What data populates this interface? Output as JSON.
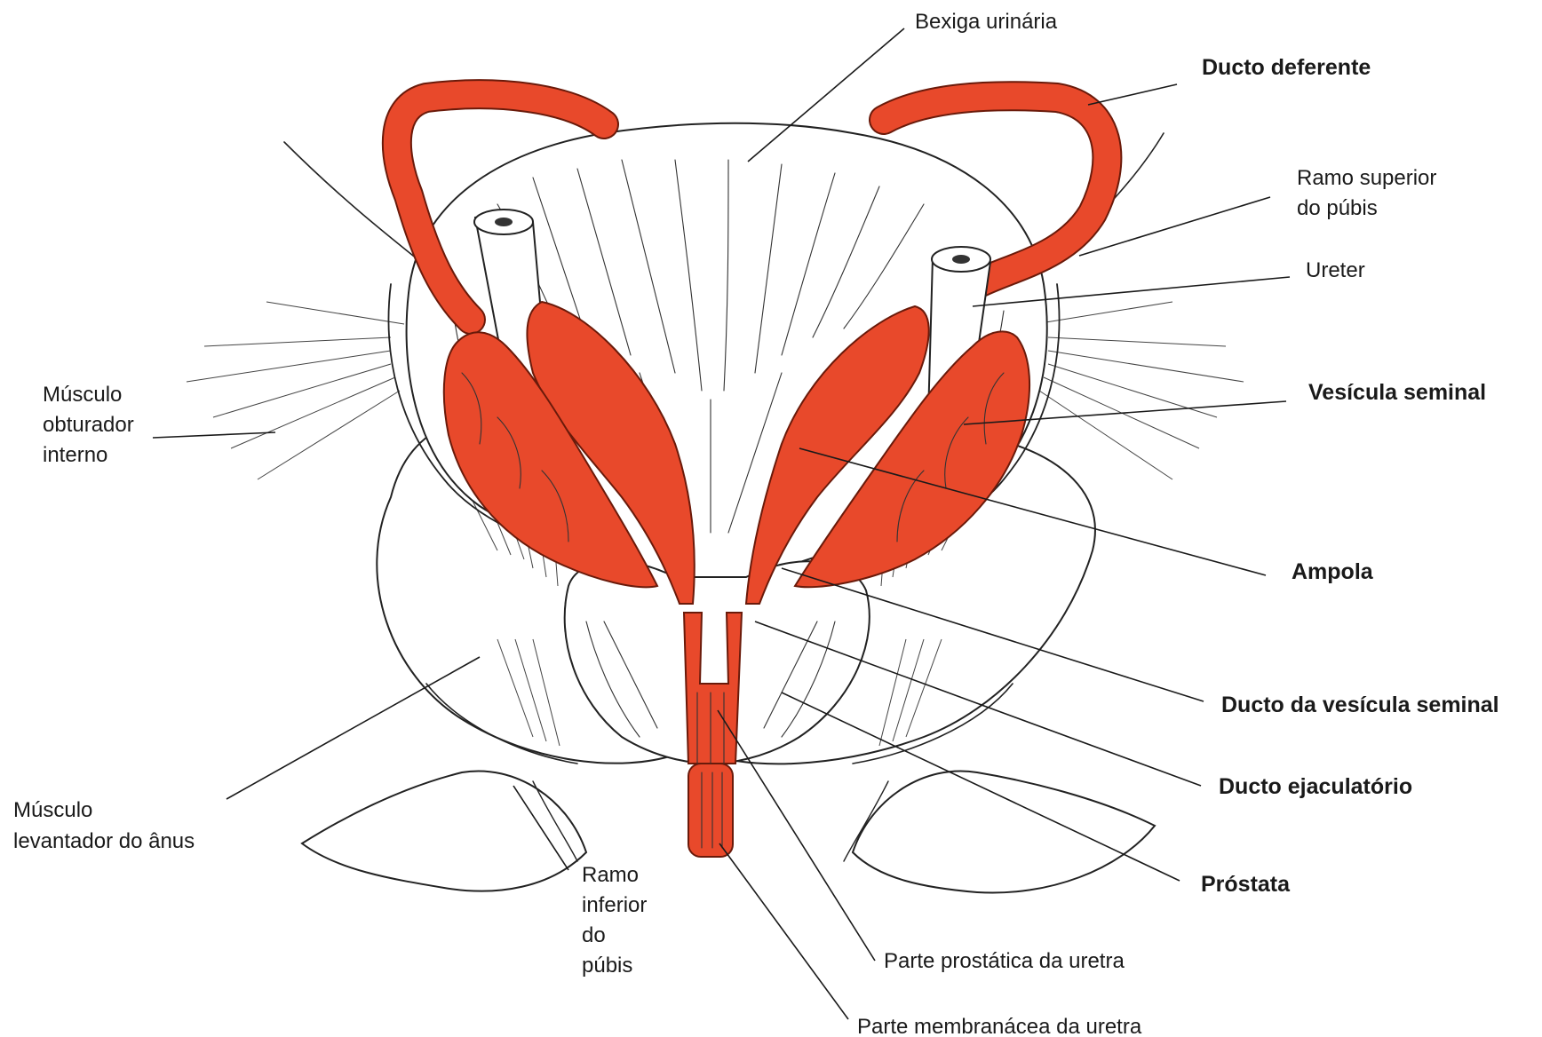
{
  "labels": {
    "bexiga": "Bexiga urinária",
    "ducto_deferente": "Ducto deferente",
    "ramo_superior_1": "Ramo superior",
    "ramo_superior_2": "do púbis",
    "ureter": "Ureter",
    "vesicula_seminal": "Vesícula seminal",
    "ampola": "Ampola",
    "ducto_vesicula": "Ducto da vesícula seminal",
    "ducto_ejaculatorio": "Ducto ejaculatório",
    "prostata": "Próstata",
    "parte_prostatica": "Parte prostática da uretra",
    "parte_membranacea": "Parte membranácea da uretra",
    "ramo_inferior_1": "Ramo",
    "ramo_inferior_2": "inferior",
    "ramo_inferior_3": "do",
    "ramo_inferior_4": "púbis",
    "levantador_1": "Músculo",
    "levantador_2": "levantador do ânus",
    "obturador_1": "Músculo",
    "obturador_2": "obturador",
    "obturador_3": "interno"
  },
  "colors": {
    "highlight": "#e8492b",
    "ink": "#1a1a1a",
    "background": "#ffffff"
  }
}
